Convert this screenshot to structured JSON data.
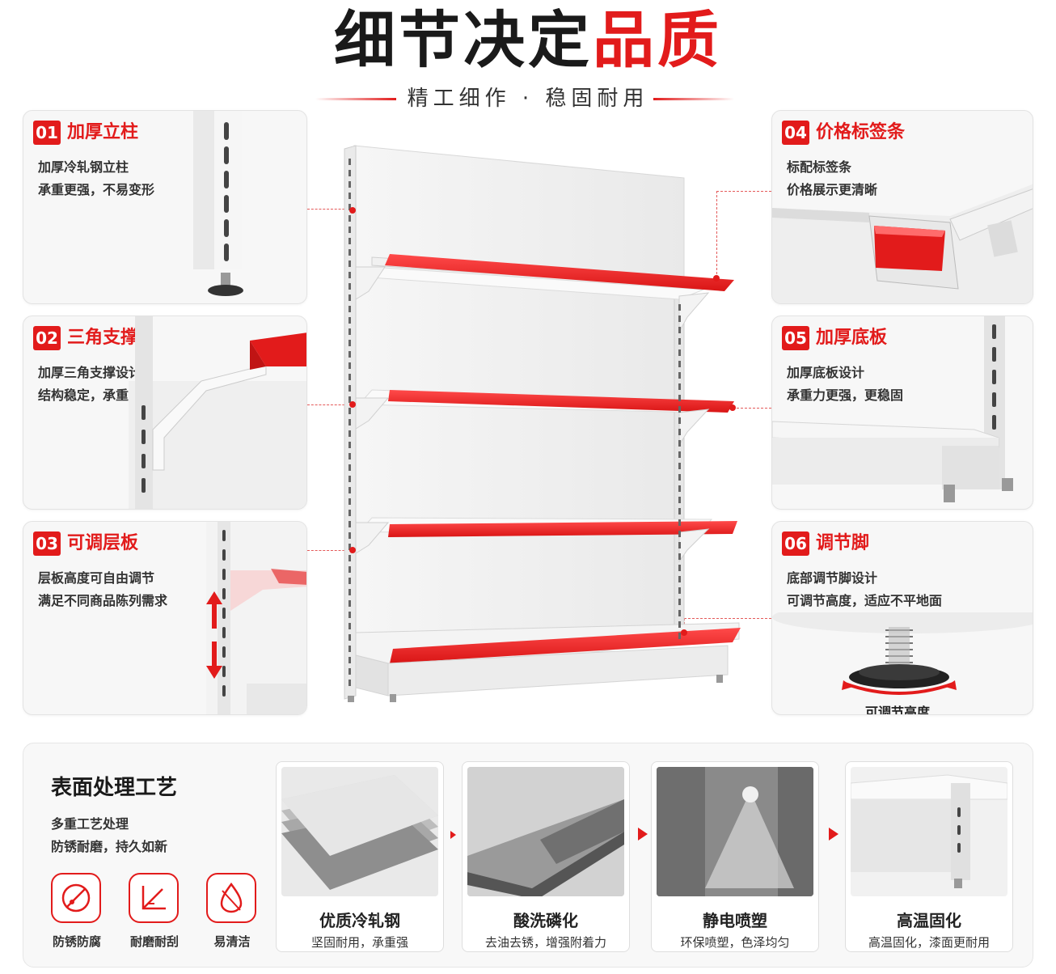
{
  "header": {
    "title_dark": "细节决定",
    "title_red": "品质",
    "subtitle": "精工细作 · 稳固耐用"
  },
  "features": [
    {
      "num": "01",
      "title": "加厚立柱",
      "desc1": "加厚冷轧钢立柱",
      "desc2": "承重更强，不易变形"
    },
    {
      "num": "02",
      "title": "三角支撑",
      "desc1": "加厚三角支撑设计",
      "desc2": "结构稳定，承重更强"
    },
    {
      "num": "03",
      "title": "可调层板",
      "desc1": "层板高度可自由调节",
      "desc2": "满足不同商品陈列需求"
    },
    {
      "num": "04",
      "title": "价格标签条",
      "desc1": "标配标签条",
      "desc2": "价格展示更清晰"
    },
    {
      "num": "05",
      "title": "加厚底板",
      "desc1": "加厚底板设计",
      "desc2": "承重力更强，更稳固"
    },
    {
      "num": "06",
      "title": "调节脚",
      "desc1": "底部调节脚设计",
      "desc2": "可调节高度，适应不平地面",
      "caption": "可调节高度"
    }
  ],
  "process": {
    "title": "表面处理工艺",
    "desc1": "多重工艺处理",
    "desc2": "防锈耐磨，持久如新",
    "icons": [
      {
        "label": "防锈防腐",
        "icon": "rust-proof-icon"
      },
      {
        "label": "耐磨耐刮",
        "icon": "wear-resistant-icon"
      },
      {
        "label": "易清洁",
        "icon": "easy-clean-icon"
      }
    ],
    "steps": [
      {
        "title": "优质冷轧钢",
        "desc": "坚固耐用，承重强"
      },
      {
        "title": "酸洗磷化",
        "desc": "去油去锈，增强附着力"
      },
      {
        "title": "静电喷塑",
        "desc": "环保喷塑，色泽均匀"
      },
      {
        "title": "高温固化",
        "desc": "高温固化，漆面更耐用"
      }
    ]
  },
  "colors": {
    "accent": "#e21b1b",
    "text": "#222222",
    "panel": "#f7f7f7"
  }
}
